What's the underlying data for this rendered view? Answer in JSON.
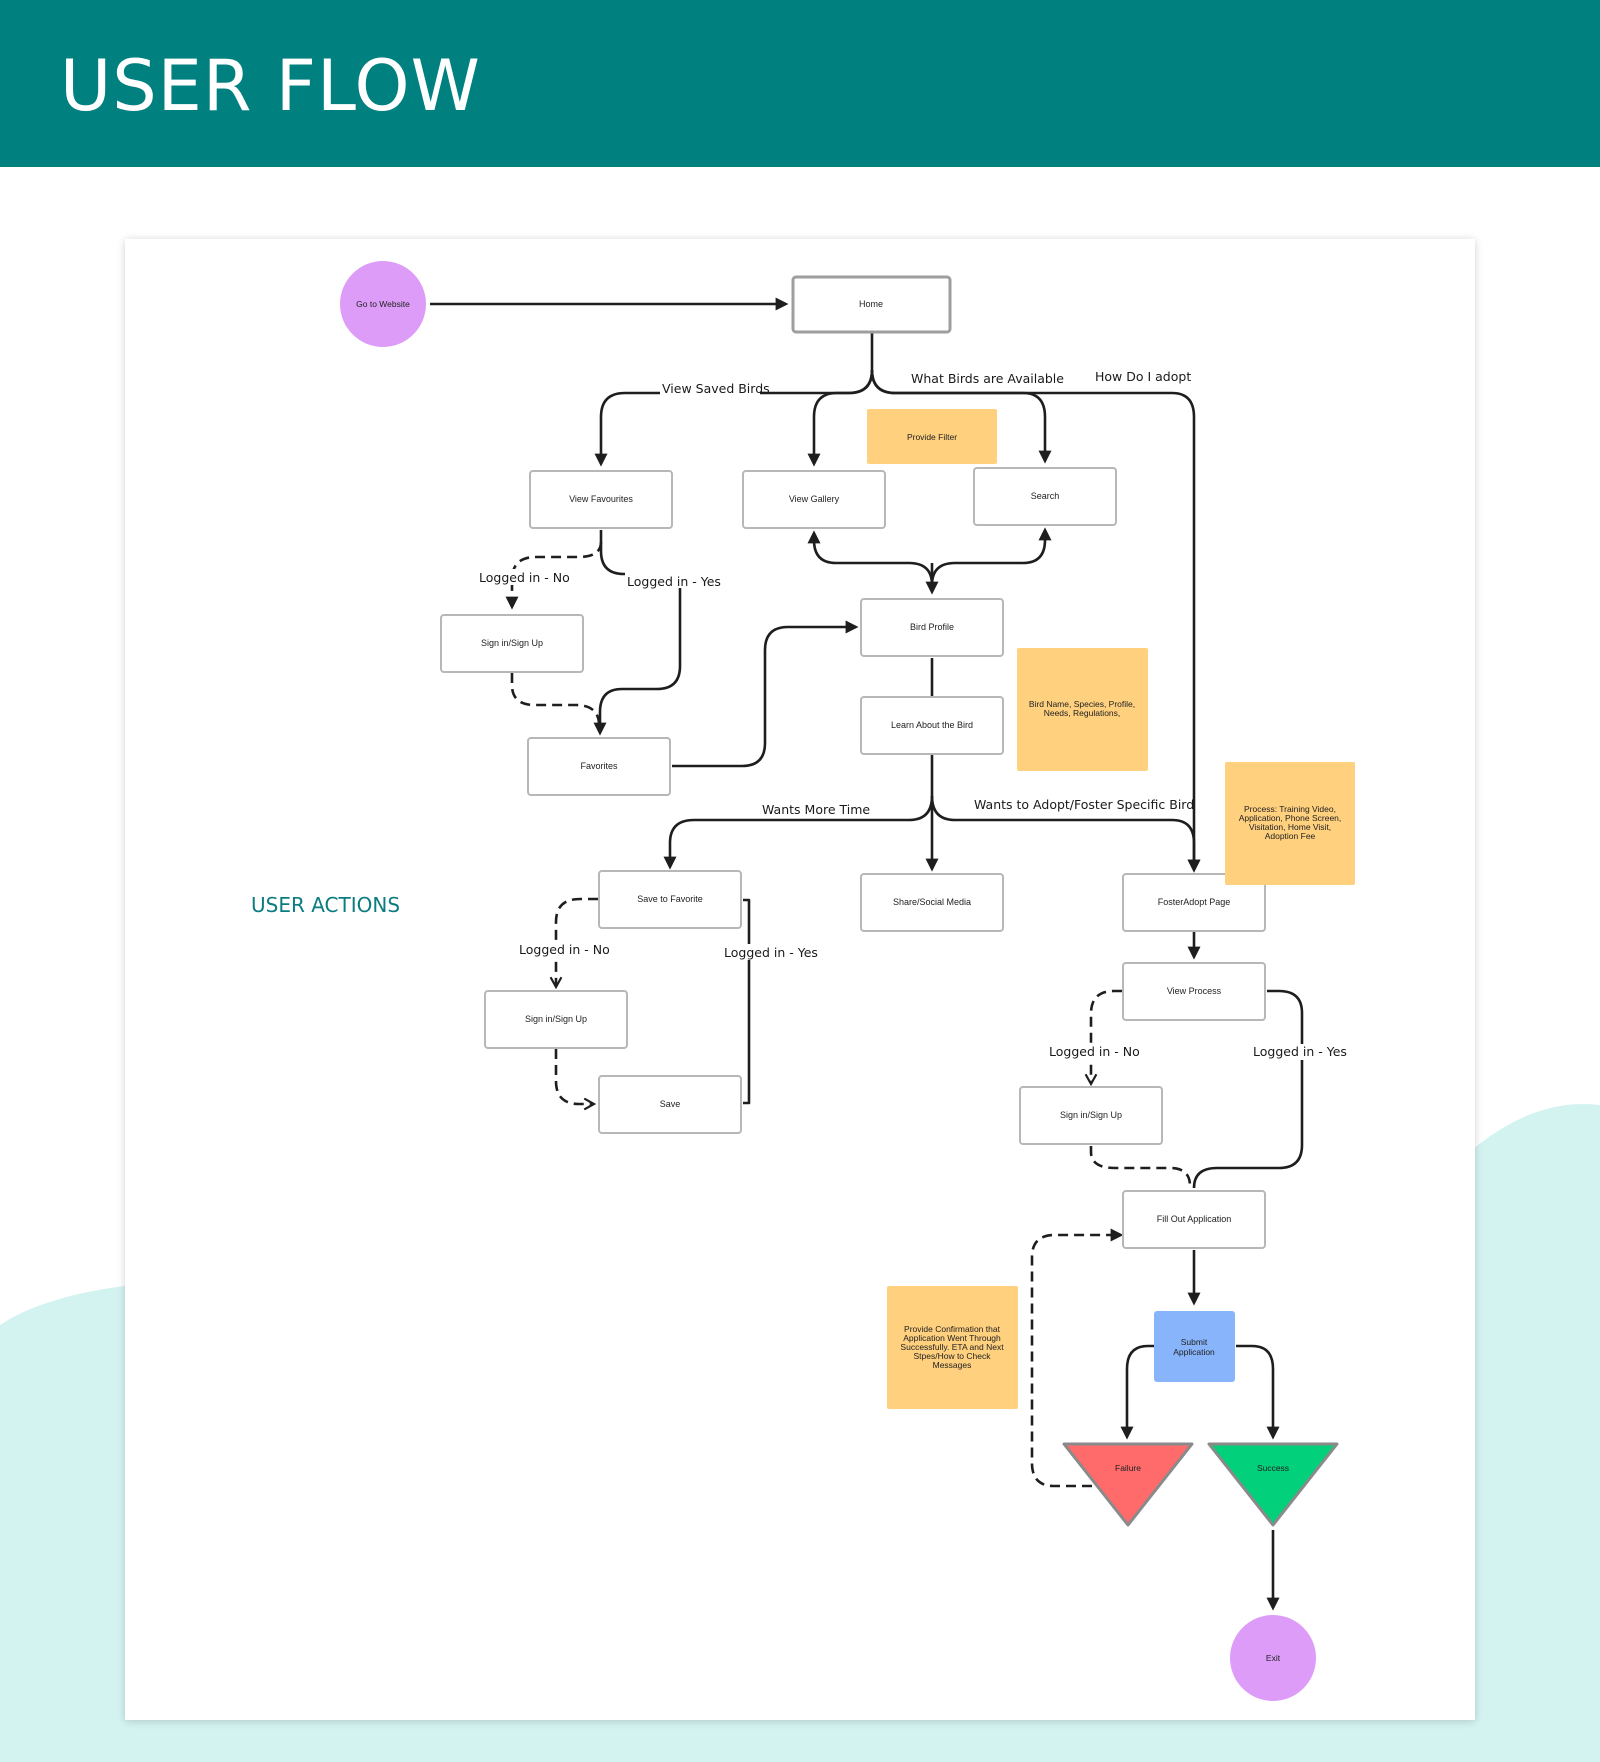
{
  "header": {
    "title": "USER FLOW",
    "bg_color": "#018080"
  },
  "side_label": "USER ACTIONS",
  "colors": {
    "start_end": "#dd9cf7",
    "note": "#ffd07e",
    "submit": "#88b4fb",
    "failure": "#ff6b6b",
    "success": "#02d07a",
    "teal_bg": "#d3f3f1"
  },
  "nodes": {
    "go_to_website": "Go to Website",
    "home": "Home",
    "view_favourites": "View Favourites",
    "view_gallery": "View Gallery",
    "search": "Search",
    "sign_in_1": "Sign in/Sign Up",
    "favorites": "Favorites",
    "bird_profile": "Bird Profile",
    "learn_about": "Learn About the Bird",
    "save_to_favorite": "Save to Favorite",
    "share_social": "Share/Social Media",
    "foster_adopt": "FosterAdopt Page",
    "sign_in_2": "Sign in/Sign Up",
    "save": "Save",
    "view_process": "View Process",
    "sign_in_3": "Sign in/Sign Up",
    "fill_out": "Fill Out Application",
    "submit": [
      "Submit",
      "Application"
    ],
    "failure": "Failure",
    "success": "Success",
    "exit": "Exit"
  },
  "notes": {
    "provide_filter": [
      "Provide Filter"
    ],
    "bird_info": [
      "Bird Name, Species, Profile,",
      "Needs, Regulations,"
    ],
    "process": [
      "Process: Training Video,",
      "Application, Phone Screen,",
      "Visitation, Home Visit,",
      "Adoption Fee"
    ],
    "confirmation": [
      "Provide Confirmation that",
      "Application Went Through",
      "Successfully. ETA and Next",
      "Stpes/How to Check",
      "Messages"
    ]
  },
  "edges": {
    "view_saved_birds": "View Saved Birds",
    "what_birds": "What Birds are Available",
    "how_adopt": "How Do I adopt",
    "logged_no": "Logged in - No",
    "logged_yes": "Logged in - Yes",
    "wants_more_time": "Wants More Time",
    "wants_adopt": "Wants to Adopt/Foster Specific Bird"
  }
}
